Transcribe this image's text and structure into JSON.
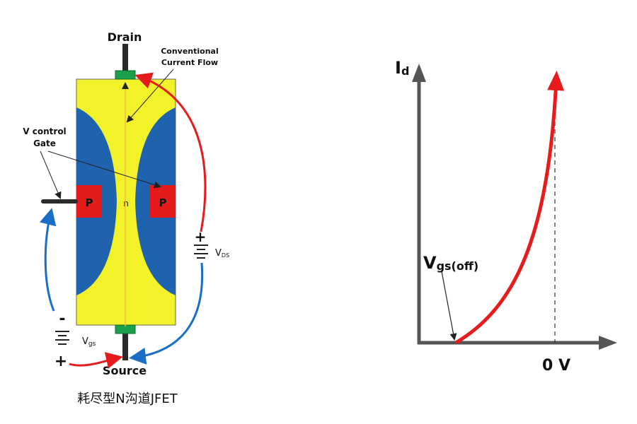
{
  "jfet": {
    "drain_label": "Drain",
    "source_label": "Source",
    "gate_label_line1": "V control",
    "gate_label_line2": "Gate",
    "current_label_line1": "Conventional",
    "current_label_line2": "Current Flow",
    "p_left": "P",
    "p_right": "P",
    "channel": "n",
    "vds": {
      "main": "V",
      "sub": "DS",
      "plus": "+"
    },
    "vgs": {
      "main": "V",
      "sub": "gs",
      "minus": "-",
      "plus": "+"
    },
    "colors": {
      "channel": "#f2f22a",
      "depletion": "#1f62ad",
      "p_region": "#e31b1b",
      "contact": "#1aa04a",
      "arrow_red": "#e61c1c",
      "arrow_blue": "#1a6ec8"
    }
  },
  "graph": {
    "y_label_main": "I",
    "y_label_sub": "d",
    "x_tick_label": "0 V",
    "vgs_off_main": "V",
    "vgs_off_sub": "gs(off)",
    "curve_color": "#e61c1c"
  },
  "caption": "耗尽型N沟道JFET"
}
